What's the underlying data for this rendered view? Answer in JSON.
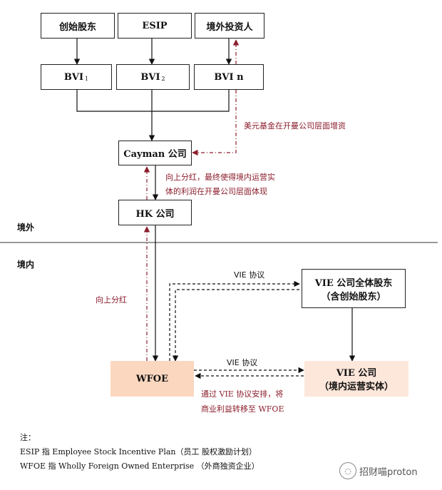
{
  "boxes": {
    "founder": "创始股东",
    "esip": "ESIP",
    "foreign_investor": "境外投资人",
    "bvi1": "BVI",
    "bvi1_sub": "1",
    "bvi2": "BVI",
    "bvi2_sub": "2",
    "bvin": "BVI n",
    "cayman": "Cayman 公司",
    "hk": "HK 公司",
    "vie_shareholders_line1": "VIE 公司全体股东",
    "vie_shareholders_line2": "（含创始股东）",
    "wfoe": "WFOE",
    "vie_company_line1": "VIE 公司",
    "vie_company_line2": "（境内运营实体）"
  },
  "labels": {
    "usd_fund": "美元基金在开曼公司层面增资",
    "dividend_up_line1": "向上分红，最终使得境内运营实",
    "dividend_up_line2": "体的利润在开曼公司层面体现",
    "dividend_up_short": "向上分红",
    "vie_agreement_top": "VIE 协议",
    "vie_agreement_bottom": "VIE 协议",
    "transfer_line1": "通过 VIE 协议安排，将",
    "transfer_line2": "商业利益转移至 WFOE"
  },
  "regions": {
    "offshore": "境外",
    "onshore": "境内"
  },
  "notes": {
    "heading": "注：",
    "esip": "ESIP 指 Employee Stock Incentive Plan（员工 股权激励计划）",
    "wfoe": "WFOE 指  Wholly Foreign Owned Enterprise  （外商独资企业）"
  },
  "watermark": {
    "text": "招财喵proton",
    "icon": "wechat-icon"
  },
  "colors": {
    "accent_red": "#8b1e2d",
    "wfoe_fill": "#fbd7bf",
    "vie_fill": "#fde7da"
  }
}
